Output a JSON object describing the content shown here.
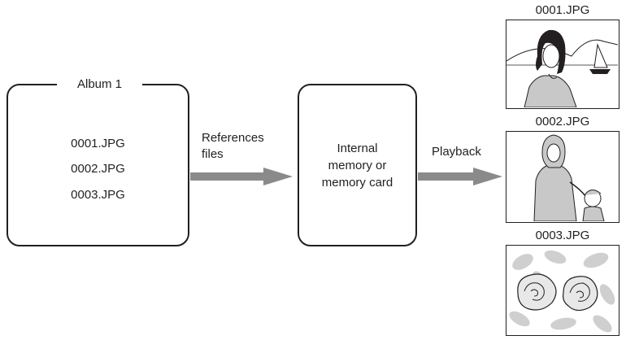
{
  "album": {
    "title": "Album 1",
    "files": [
      "0001.JPG",
      "0002.JPG",
      "0003.JPG"
    ]
  },
  "arrow1_label": [
    "References",
    "files"
  ],
  "memory": {
    "label_lines": [
      "Internal",
      "memory or",
      "memory card"
    ]
  },
  "arrow2_label": "Playback",
  "thumbnails": [
    {
      "caption": "0001.JPG",
      "image": "woman-at-seaside-with-sailboat"
    },
    {
      "caption": "0002.JPG",
      "image": "woman-with-child"
    },
    {
      "caption": "0003.JPG",
      "image": "roses-with-leaves"
    }
  ],
  "colors": {
    "line": "#231f20",
    "arrow": "#8a8a8a",
    "photo_fill": "#c8c8c8"
  }
}
